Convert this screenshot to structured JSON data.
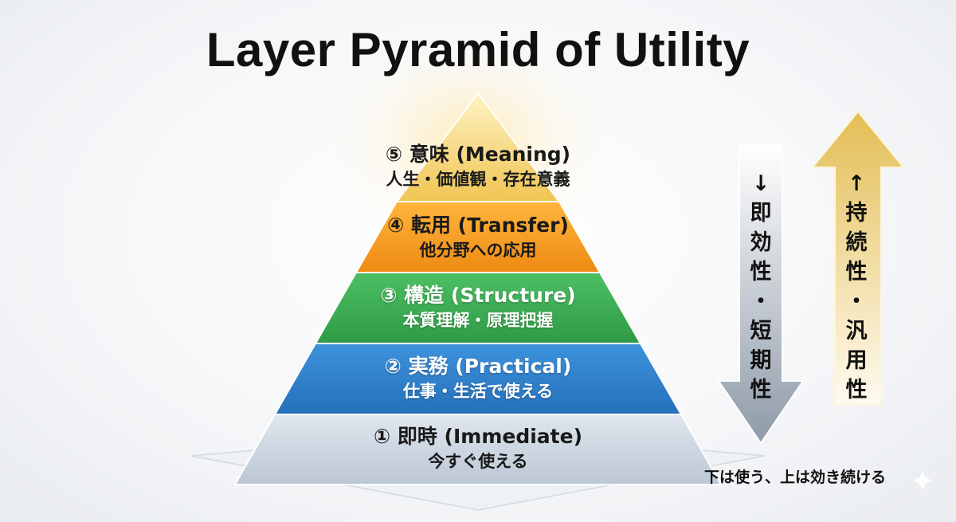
{
  "title": "Layer Pyramid of Utility",
  "layers": [
    {
      "level": 5,
      "label": "⑤ 意味 (Meaning)",
      "sublabel": "人生・価値観・存在意義",
      "color": "#f3cd5d"
    },
    {
      "level": 4,
      "label": "④ 転用 (Transfer)",
      "sublabel": "他分野への応用",
      "color": "#f59a1e"
    },
    {
      "level": 3,
      "label": "③ 構造 (Structure)",
      "sublabel": "本質理解・原理把握",
      "color": "#34a853"
    },
    {
      "level": 2,
      "label": "② 実務 (Practical)",
      "sublabel": "仕事・生活で使える",
      "color": "#2f7fcb"
    },
    {
      "level": 1,
      "label": "① 即時 (Immediate)",
      "sublabel": "今すぐ使える",
      "color": "#cfd8e3"
    }
  ],
  "arrows": {
    "down": {
      "text": "↓即効性・短期性",
      "glyphs": [
        "↓",
        "即",
        "効",
        "性",
        "・",
        "短",
        "期",
        "性"
      ],
      "color": "#9aa6b3"
    },
    "up": {
      "text": "↑持続性・汎用性",
      "glyphs": [
        "↑",
        "持",
        "続",
        "性",
        "・",
        "汎",
        "用",
        "性"
      ],
      "color": "#e4c56a"
    }
  },
  "caption": "下は使う、上は効き続ける"
}
